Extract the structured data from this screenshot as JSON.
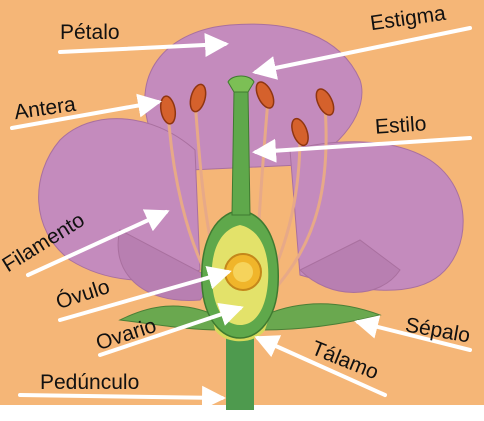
{
  "colors": {
    "background": "#f5b677",
    "petal": "#c48bbd",
    "stem": "#4e9a4e",
    "anther": "#d5612c",
    "arrow": "#ffffff"
  },
  "labels": {
    "petalo": "Pétalo",
    "estigma": "Estigma",
    "antera": "Antera",
    "estilo": "Estilo",
    "filamento": "Filamento",
    "ovulo": "Óvulo",
    "ovario": "Ovario",
    "sepalo": "Sépalo",
    "talamo": "Tálamo",
    "pedunculo": "Pedúnculo"
  }
}
